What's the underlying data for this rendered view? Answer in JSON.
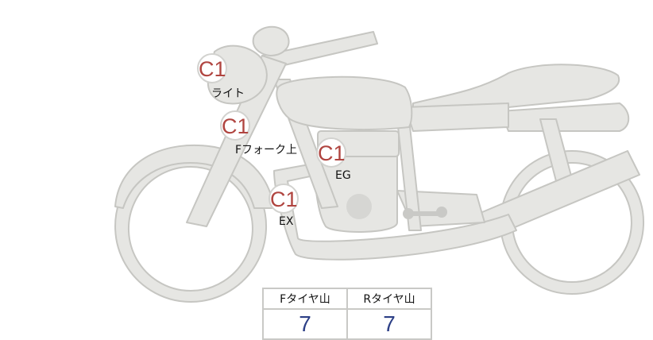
{
  "markers": [
    {
      "code": "C1",
      "label": "ライト"
    },
    {
      "code": "C1",
      "label": "Fフォーク上"
    },
    {
      "code": "C1",
      "label": "EG"
    },
    {
      "code": "C1",
      "label": "EX"
    }
  ],
  "tires": {
    "front_label": "Fタイヤ山",
    "front_value": "7",
    "rear_label": "Rタイヤ山",
    "rear_value": "7"
  },
  "colors": {
    "body_fill": "#e6e6e3",
    "body_stroke": "#c6c6c2",
    "marker_text": "#b04540",
    "value_text": "#2c3f86"
  }
}
